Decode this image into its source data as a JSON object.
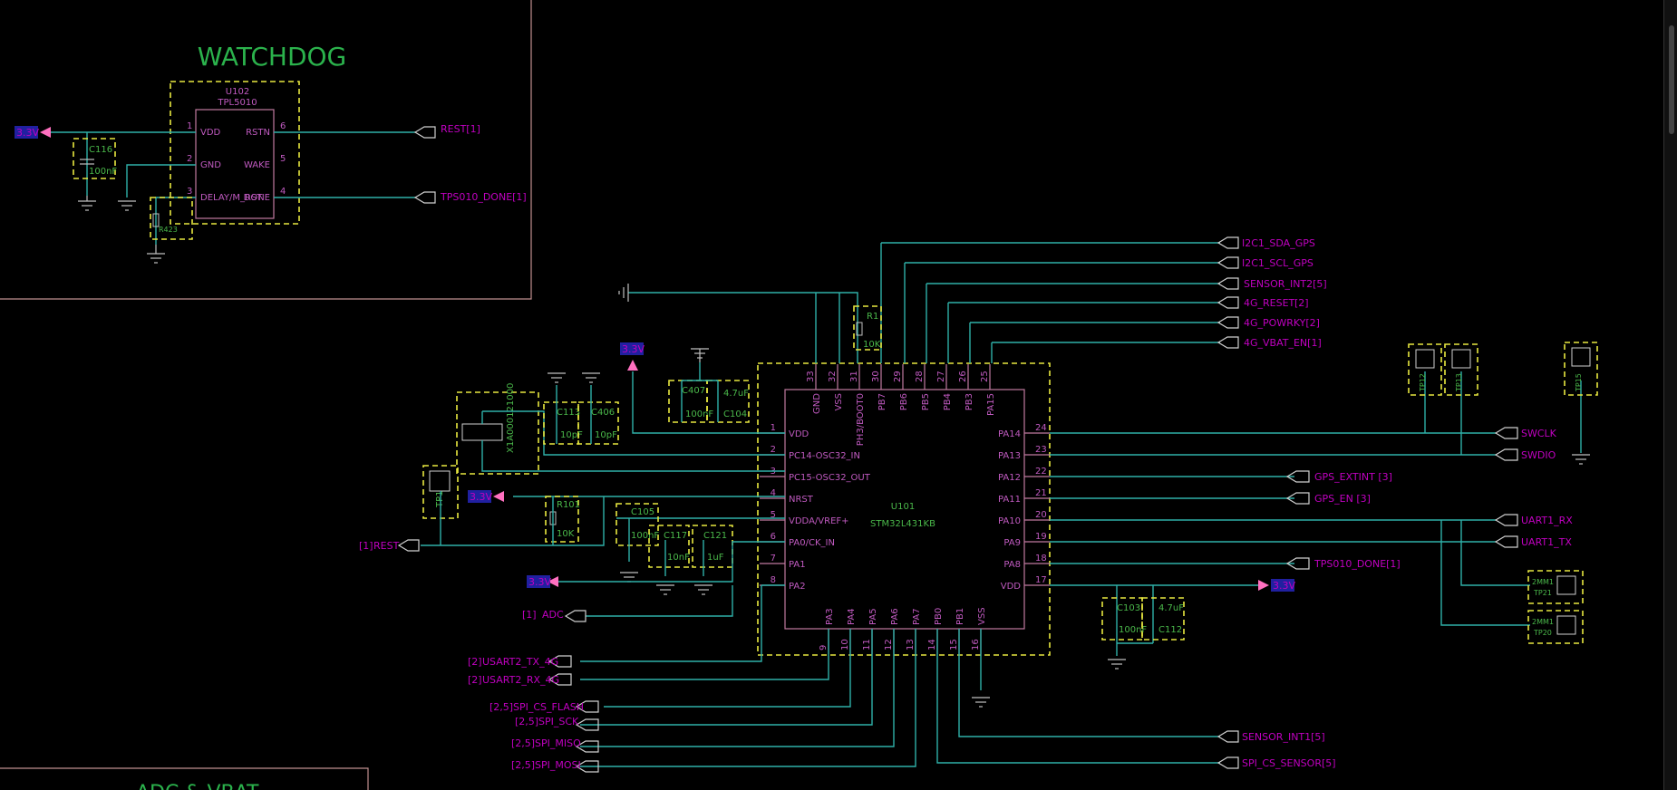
{
  "watchdog": {
    "title": "WATCHDOG",
    "ref": "U102",
    "part": "TPL5010"
  },
  "mcu": {
    "ref": "U101",
    "part": "STM32L431KB"
  },
  "net_labels": {
    "v33": "3.3V",
    "rest_wd": "REST[1]",
    "tps_done_wd": "TPS010_DONE[1]",
    "i2c_sda": "I2C1_SDA_GPS",
    "i2c_scl": "I2C1_SCL_GPS",
    "sensor_int2": "SENSOR_INT2[5]",
    "reset_4g": "4G_RESET",
    "reset_4g_sheet": "[2]",
    "powrky_4g": "4G_POWRKY[2]",
    "vbat_en_4g": "4G_VBAT_EN[1]",
    "swclk": "SWCLK",
    "swdio": "SWDIO",
    "gps_extint": "GPS_EXTINT [3]",
    "gps_en": "GPS_EN [3]",
    "uart1_rx": "UART1_RX",
    "uart1_tx": "UART1_TX",
    "tps_done": "TPS010_DONE[1]",
    "rest_left_sheet": "[1]",
    "rest_left": "REST",
    "adc_sheet": "[1]",
    "adc": "ADC",
    "usart2_tx_sheet": "[2]",
    "usart2_tx": "USART2_TX_4G",
    "usart2_rx_sheet": "[2]",
    "usart2_rx": "USART2_RX_4G",
    "spi_cs_flash_sheet": "[2,5]",
    "spi_cs_flash": "SPI_CS_FLASH",
    "spi_sck_sheet": "[2,5]",
    "spi_sck": "SPI_SCK",
    "spi_miso_sheet": "[2,5]",
    "spi_miso": "SPI_MISO",
    "spi_mosi_sheet": "[2,5]",
    "spi_mosi": "SPI_MOSI",
    "sensor_int1": "SENSOR_INT1[5]",
    "spi_cs_sensor": "SPI_CS_SENSOR[5]",
    "bottom_frame": "ADC & VBAT"
  },
  "wd_pins": {
    "vdd": "VDD",
    "gnd": "GND",
    "delay": "DELAY/M_RST",
    "rstn": "RSTN",
    "wake": "WAKE",
    "done": "DONE",
    "n1": "1",
    "n2": "2",
    "n3": "3",
    "n6": "6",
    "n5": "5",
    "n4": "4"
  },
  "mcu_left_pins": [
    {
      "num": "1",
      "name": "VDD"
    },
    {
      "num": "2",
      "name": "PC14-OSC32_IN"
    },
    {
      "num": "3",
      "name": "PC15-OSC32_OUT"
    },
    {
      "num": "4",
      "name": "NRST"
    },
    {
      "num": "5",
      "name": "VDDA/VREF+"
    },
    {
      "num": "6",
      "name": "PA0/CK_IN"
    },
    {
      "num": "7",
      "name": "PA1"
    },
    {
      "num": "8",
      "name": "PA2"
    }
  ],
  "mcu_right_pins": [
    {
      "num": "24",
      "name": "PA14"
    },
    {
      "num": "23",
      "name": "PA13"
    },
    {
      "num": "22",
      "name": "PA12"
    },
    {
      "num": "21",
      "name": "PA11"
    },
    {
      "num": "20",
      "name": "PA10"
    },
    {
      "num": "19",
      "name": "PA9"
    },
    {
      "num": "18",
      "name": "PA8"
    },
    {
      "num": "17",
      "name": "VDD"
    }
  ],
  "mcu_top_pins": [
    {
      "num": "33",
      "name": "GND"
    },
    {
      "num": "32",
      "name": "VSS"
    },
    {
      "num": "31",
      "name": "PH3/BOOT0"
    },
    {
      "num": "30",
      "name": "PB7"
    },
    {
      "num": "29",
      "name": "PB6"
    },
    {
      "num": "28",
      "name": "PB5"
    },
    {
      "num": "27",
      "name": "PB4"
    },
    {
      "num": "26",
      "name": "PB3"
    },
    {
      "num": "25",
      "name": "PA15"
    }
  ],
  "mcu_bottom_pins": [
    {
      "num": "9",
      "name": "PA3"
    },
    {
      "num": "10",
      "name": "PA4"
    },
    {
      "num": "11",
      "name": "PA5"
    },
    {
      "num": "12",
      "name": "PA6"
    },
    {
      "num": "13",
      "name": "PA7"
    },
    {
      "num": "14",
      "name": "PB0"
    },
    {
      "num": "15",
      "name": "PB1"
    },
    {
      "num": "16",
      "name": "VSS"
    }
  ],
  "components": {
    "c116": "C116",
    "c116_val": "100nF",
    "r423": "R423",
    "r1": "R1",
    "r1_val": "10K",
    "c407": "C407",
    "c407_val": "100nF",
    "c104": "C104",
    "c104_val": "4.7uF",
    "c113": "C113",
    "c113_val": "10pF",
    "c406": "C406",
    "c406_val": "10pF",
    "x104": "X1A000121000",
    "r101": "R101",
    "r101_val": "10K",
    "c105": "C105",
    "c105_val": "100nF",
    "c117": "C117",
    "c117_val": "10nF",
    "c121": "C121",
    "c121_val": "1uF",
    "c103": "C103",
    "c103_val": "100nF",
    "c112": "C112",
    "c112_val": "4.7uF",
    "tp12": "TP12",
    "tp13": "TP13",
    "tp15": "TP15",
    "tp21": "TP21",
    "tp20": "TP20",
    "tp1": "TP1",
    "tp_size": "2MM1"
  }
}
